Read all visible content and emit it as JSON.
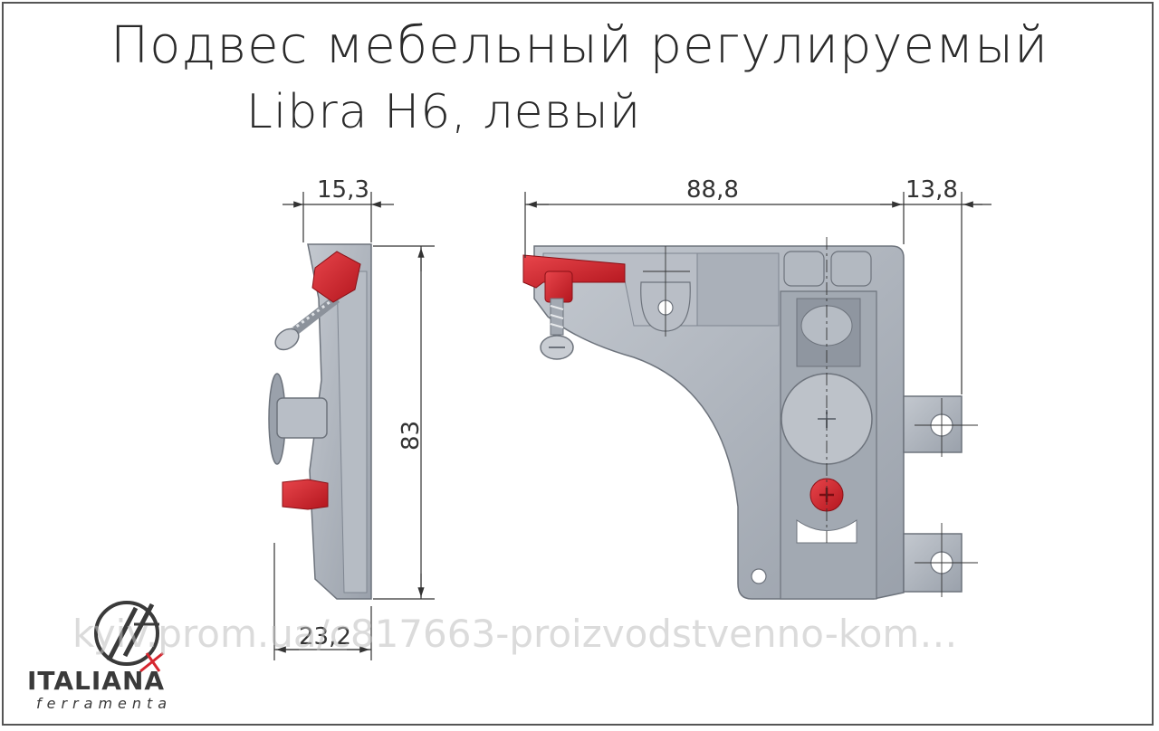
{
  "title": {
    "line1": "Подвес мебельный регулируемый",
    "line2": "Libra H6, левый"
  },
  "dimensions": {
    "top_width": "15,3",
    "bottom_width": "23,2",
    "height": "83",
    "length": "88,8",
    "tab_offset": "13,8"
  },
  "logo": {
    "brand": "ITALIANA",
    "sub": "ferramenta"
  },
  "watermark": "kyiv.prom.ua/c817663-proizvodstvenno-kom…",
  "colors": {
    "body": "#a9afb8",
    "body_dark": "#7f8691",
    "red": "#d6262f",
    "line": "#333333"
  }
}
